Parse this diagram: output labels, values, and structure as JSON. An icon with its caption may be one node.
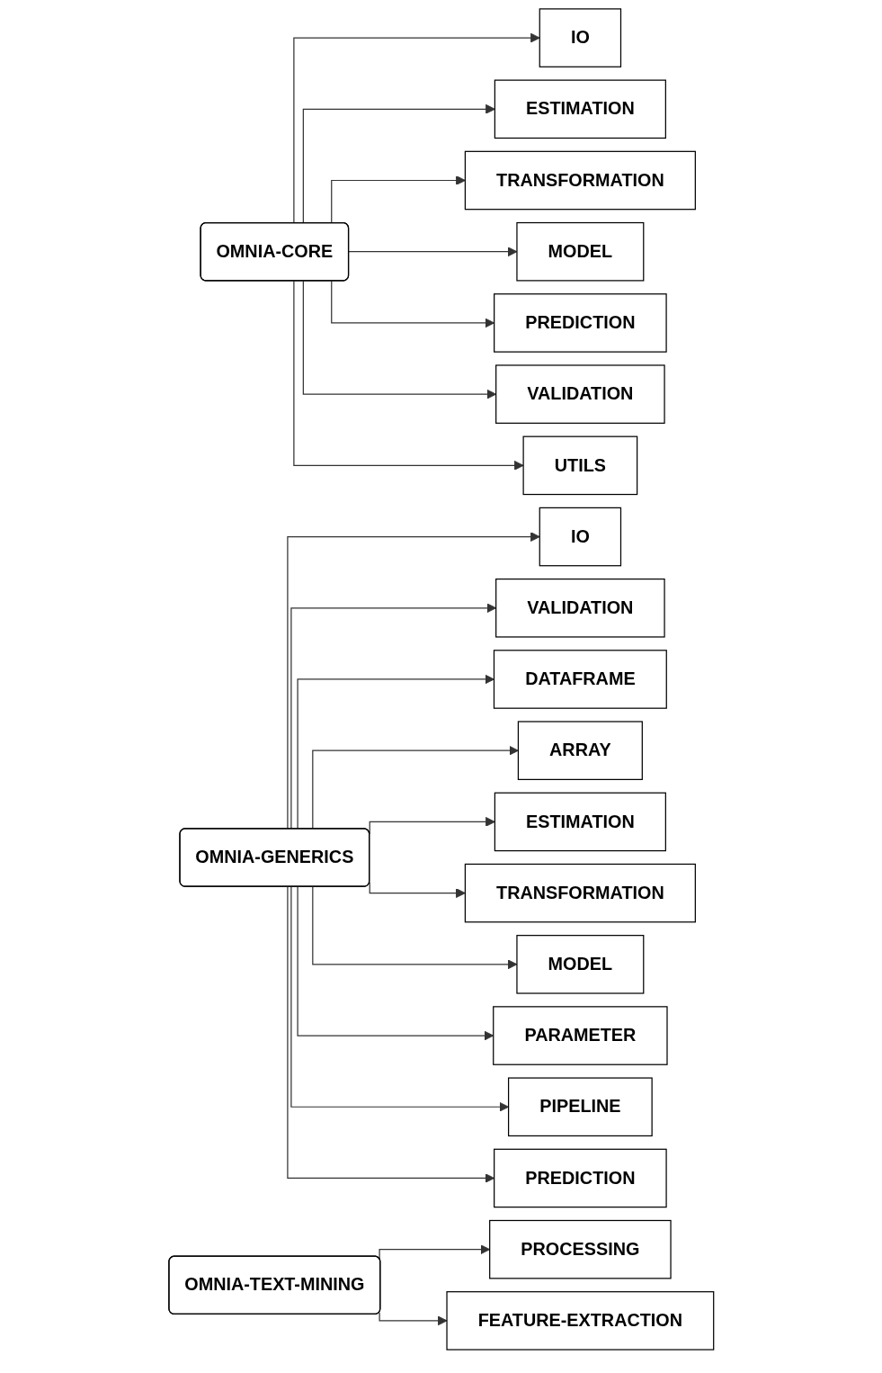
{
  "diagram": {
    "nodes": [
      {
        "text": [
          "OMNIA-CORE"
        ]
      },
      {
        "text": [
          "IO"
        ]
      },
      {
        "text": [
          "ESTIMATION"
        ]
      },
      {
        "text": [
          "TRANSFORMATION"
        ]
      },
      {
        "text": [
          "MODEL"
        ]
      },
      {
        "text": [
          "PREDICTION"
        ]
      },
      {
        "text": [
          "VALIDATION"
        ]
      },
      {
        "text": [
          "UTILS"
        ]
      },
      {
        "text": [
          "OMNIA-GENERICS"
        ]
      },
      {
        "text": [
          "IO"
        ]
      },
      {
        "text": [
          "VALIDATION"
        ]
      },
      {
        "text": [
          "DATAFRAME"
        ]
      },
      {
        "text": [
          "ARRAY"
        ]
      },
      {
        "text": [
          "ESTIMATION"
        ]
      },
      {
        "text": [
          "TRANSFORMATION"
        ]
      },
      {
        "text": [
          "MODEL"
        ]
      },
      {
        "text": [
          "PARAMETER"
        ]
      },
      {
        "text": [
          "PIPELINE"
        ]
      },
      {
        "text": [
          "PREDICTION"
        ]
      },
      {
        "text": [
          "OMNIA-TEXT-MINING"
        ]
      },
      {
        "text": [
          "PROCESSING"
        ]
      },
      {
        "text": [
          "FEATURE-EXTRACTION"
        ]
      }
    ],
    "edges": [
      {
        "from": 0,
        "to": 1,
        "arrow": "to"
      },
      {
        "from": 0,
        "to": 2,
        "arrow": "to"
      },
      {
        "from": 0,
        "to": 3,
        "arrow": "to"
      },
      {
        "from": 0,
        "to": 4,
        "arrow": "to"
      },
      {
        "from": 0,
        "to": 5,
        "arrow": "to"
      },
      {
        "from": 0,
        "to": 6,
        "arrow": "to"
      },
      {
        "from": 0,
        "to": 7,
        "arrow": "to"
      },
      {
        "from": 8,
        "to": 9,
        "arrow": "to"
      },
      {
        "from": 8,
        "to": 10,
        "arrow": "to"
      },
      {
        "from": 8,
        "to": 11,
        "arrow": "to"
      },
      {
        "from": 8,
        "to": 12,
        "arrow": "to"
      },
      {
        "from": 8,
        "to": 13,
        "arrow": "to"
      },
      {
        "from": 8,
        "to": 14,
        "arrow": "to"
      },
      {
        "from": 8,
        "to": 15,
        "arrow": "to"
      },
      {
        "from": 8,
        "to": 16,
        "arrow": "to"
      },
      {
        "from": 8,
        "to": 17,
        "arrow": "to"
      },
      {
        "from": 8,
        "to": 18,
        "arrow": "to"
      },
      {
        "from": 19,
        "to": 20,
        "arrow": "to"
      },
      {
        "from": 19,
        "to": 21,
        "arrow": "to"
      }
    ]
  }
}
